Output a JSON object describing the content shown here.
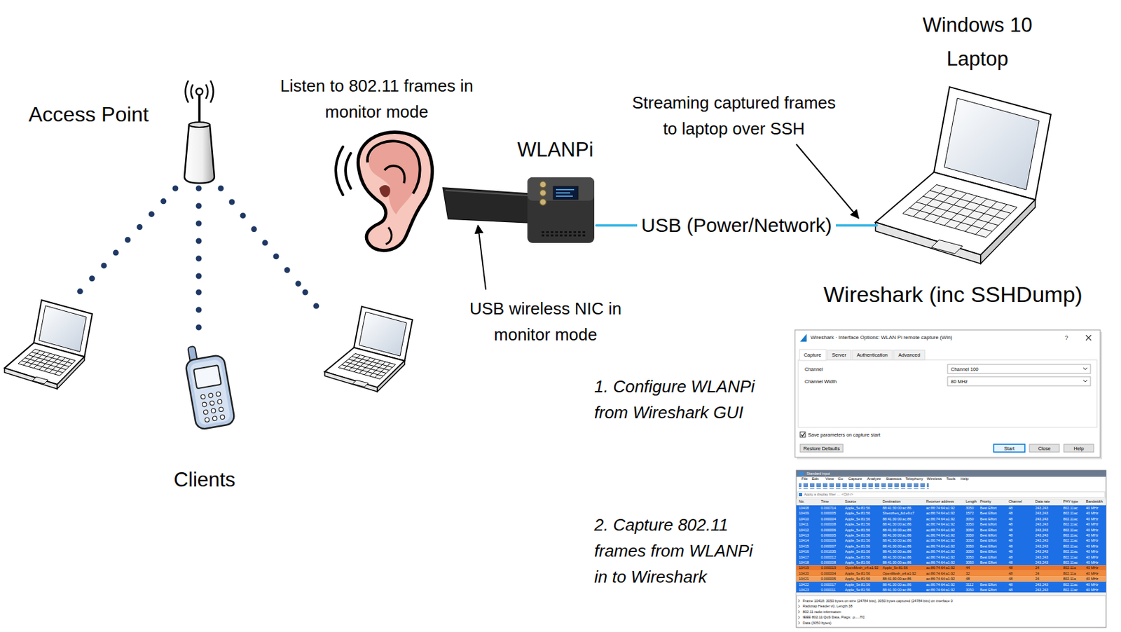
{
  "diagram": {
    "nodes": [
      {
        "text": [
          "Access Point"
        ]
      },
      {
        "text": [
          "WLANPi"
        ]
      },
      {
        "text": [
          "Windows 10 Laptop"
        ]
      },
      {
        "text": [
          "Clients"
        ]
      },
      {
        "text": [
          "Wireshark · Interface Options: WLAN Pi remote capture (Win)",
          "?",
          "Capture",
          "Server",
          "Authentication",
          "Advanced",
          "Channel",
          "Channel 100",
          "Channel Width",
          "80 MHz",
          "Save parameters on capture start",
          "Restore Defaults",
          "Start",
          "Close",
          "Help"
        ]
      },
      {
        "text": [
          "Standard input",
          "File",
          "Edit",
          "View",
          "Go",
          "Capture",
          "Analyze",
          "Statistics",
          "Telephony",
          "Wireless",
          "Tools",
          "Help",
          "Apply a display filter … <Ctrl-/>",
          "No.",
          "Time",
          "Source",
          "Destination",
          "Receiver address",
          "Length",
          "Priority",
          "Channel",
          "Data rate",
          "PHY type",
          "Bandwidth",
          "10408",
          "0.000714",
          "Apple_5e:81:56",
          "88:41:30:00:ac:86",
          "ac:86:74:64:a1:92",
          "3050",
          "Best Effort",
          "48",
          "243,243",
          "802.11ac",
          "40 MHz",
          "10409",
          "0.000005",
          "Apple_5e:81:56",
          "Shenzhen_6d:e9:c7",
          "ac:86:74:64:a1:92",
          "1572",
          "Best Effort",
          "48",
          "243,243",
          "802.11ac",
          "40 MHz",
          "10410",
          "0.000004",
          "Apple_5e:81:56",
          "88:41:30:00:ac:86",
          "ac:86:74:64:a1:92",
          "3050",
          "Best Effort",
          "48",
          "243,243",
          "802.11ac",
          "40 MHz",
          "10411",
          "0.000008",
          "Apple_5e:81:56",
          "88:41:30:00:ac:86",
          "ac:86:74:64:a1:92",
          "3050",
          "Best Effort",
          "48",
          "243,243",
          "802.11ac",
          "40 MHz",
          "10412",
          "0.000006",
          "Apple_5e:81:56",
          "88:41:30:00:ac:86",
          "ac:86:74:64:a1:92",
          "3050",
          "Best Effort",
          "48",
          "243,243",
          "802.11ac",
          "40 MHz",
          "10413",
          "0.000005",
          "Apple_5e:81:56",
          "88:41:30:00:ac:86",
          "ac:86:74:64:a1:92",
          "3050",
          "Best Effort",
          "48",
          "243,243",
          "802.11ac",
          "40 MHz",
          "10414",
          "0.000006",
          "Apple_5e:81:56",
          "88:41:30:00:ac:86",
          "ac:86:74:64:a1:92",
          "3050",
          "Best Effort",
          "48",
          "243,243",
          "802.11ac",
          "40 MHz",
          "10415",
          "0.000007",
          "Apple_5e:81:56",
          "88:41:30:00:ac:86",
          "ac:86:74:64:a1:92",
          "3050",
          "Best Effort",
          "48",
          "243,243",
          "802.11ac",
          "40 MHz",
          "10416",
          "0.001035",
          "Apple_5e:81:56",
          "88:41:30:00:ac:86",
          "ac:86:74:64:a1:92",
          "3050",
          "Best Effort",
          "48",
          "243,243",
          "802.11ac",
          "40 MHz",
          "10417",
          "0.000012",
          "Apple_5e:81:56",
          "88:41:30:00:ac:86",
          "ac:86:74:64:a1:92",
          "3050",
          "Best Effort",
          "48",
          "243,243",
          "802.11ac",
          "40 MHz",
          "10418",
          "0.000008",
          "Apple_5e:81:56",
          "88:41:30:00:ac:86",
          "ac:86:74:64:a1:92",
          "3050",
          "Best Effort",
          "48",
          "243,243",
          "802.11ac",
          "40 MHz",
          "10419",
          "0.000019",
          "OpenMesh_e4:a1:92",
          "Apple_5e:81:56",
          "ac:86:74:64:a1:92",
          "44",
          "48",
          "24",
          "802.11a",
          "40 MHz",
          "10420",
          "0.000004",
          "Apple_5e:81:56",
          "OpenMesh_e4:a1:92",
          "ac:86:74:64:a1:92",
          "32",
          "48",
          "24",
          "802.11a",
          "40 MHz",
          "10421",
          "0.000005",
          "Apple_5e:81:56",
          "88:41:30:00:ac:86",
          "ac:86:74:64:a1:92",
          "48",
          "48",
          "24",
          "802.11a",
          "40 MHz",
          "10422",
          "0.000017",
          "Apple_5e:81:56",
          "88:41:30:00:ac:86",
          "ac:86:74:64:a1:92",
          "3112",
          "Best Effort",
          "48",
          "243,243",
          "802.11ac",
          "40 MHz",
          "10423",
          "0.000011",
          "Apple_5e:81:56",
          "88:41:30:00:ac:86",
          "ac:86:74:64:a1:92",
          "3050",
          "Best Effort",
          "48",
          "243,243",
          "802.11ac",
          "40 MHz",
          "Frame 10418: 3050 bytes on wire (24784 bits), 3050 bytes captured (24784 bits) on interface 0",
          "Radiotap Header v0, Length 38",
          "802.11 radio information",
          "IEEE 802.11 QoS Data, Flags: .p.....TC",
          "Data (3050 bytes)"
        ]
      }
    ],
    "edges": [
      {
        "from": 0,
        "to": 3,
        "arrow": "none"
      },
      {
        "from": 0,
        "to": 3,
        "arrow": "none"
      },
      {
        "from": 0,
        "to": 3,
        "arrow": "none"
      },
      {
        "from": 1,
        "to": 2,
        "label": "USB (Power/Network)",
        "arrow": "none"
      }
    ],
    "labels": [
      "Listen to 802.11 frames in monitor mode",
      "USB wireless NIC in monitor mode",
      "Streaming captured frames to laptop over SSH",
      "Wireshark (inc SSHDump)",
      "1. Configure WLANPi from Wireshark GUI",
      "2. Capture 802.11 frames from WLANPi in to Wireshark"
    ]
  }
}
